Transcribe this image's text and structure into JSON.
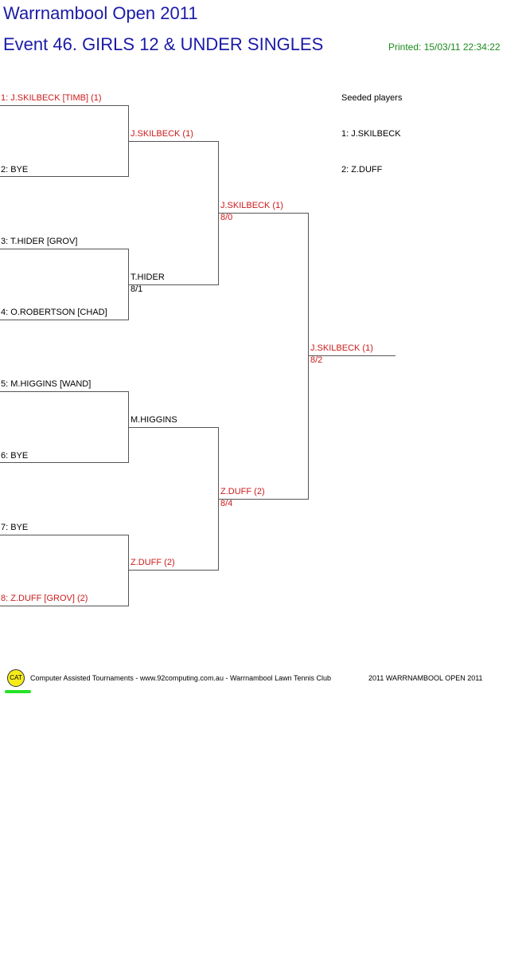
{
  "header": {
    "tournament": "Warrnambool Open 2011",
    "event": "Event 46. GIRLS 12 & UNDER SINGLES",
    "printed": "Printed: 15/03/11 22:34:22"
  },
  "draw": {
    "round1": [
      "1: J.SKILBECK [TIMB] (1)",
      "2: BYE",
      "3: T.HIDER [GROV]",
      "4: O.ROBERTSON [CHAD]",
      "5: M.HIGGINS [WAND]",
      "6: BYE",
      "7: BYE",
      "8: Z.DUFF [GROV] (2)"
    ],
    "round2": [
      {
        "name": "J.SKILBECK (1)",
        "score": ""
      },
      {
        "name": "T.HIDER",
        "score": "8/1"
      },
      {
        "name": "M.HIGGINS",
        "score": ""
      },
      {
        "name": "Z.DUFF (2)",
        "score": ""
      }
    ],
    "semis": [
      {
        "name": "J.SKILBECK (1)",
        "score": "8/0"
      },
      {
        "name": "Z.DUFF (2)",
        "score": "8/4"
      }
    ],
    "winner": {
      "name": "J.SKILBECK (1)",
      "score": "8/2"
    }
  },
  "seeds": {
    "heading": "Seeded players",
    "list": [
      "1: J.SKILBECK",
      "2: Z.DUFF"
    ]
  },
  "footer": {
    "logo": "CAT",
    "credit": "Computer Assisted Tournaments - www.92computing.com.au -  Warrnambool Lawn Tennis Club",
    "event": "2011 WARRNAMBOOL OPEN 2011"
  },
  "colors": {
    "title": "#1a1aa8",
    "winner_text": "#cc1a1a",
    "printed": "#1c8a1c",
    "logo": "#f5ec1a",
    "logo_bar": "#27e227"
  }
}
